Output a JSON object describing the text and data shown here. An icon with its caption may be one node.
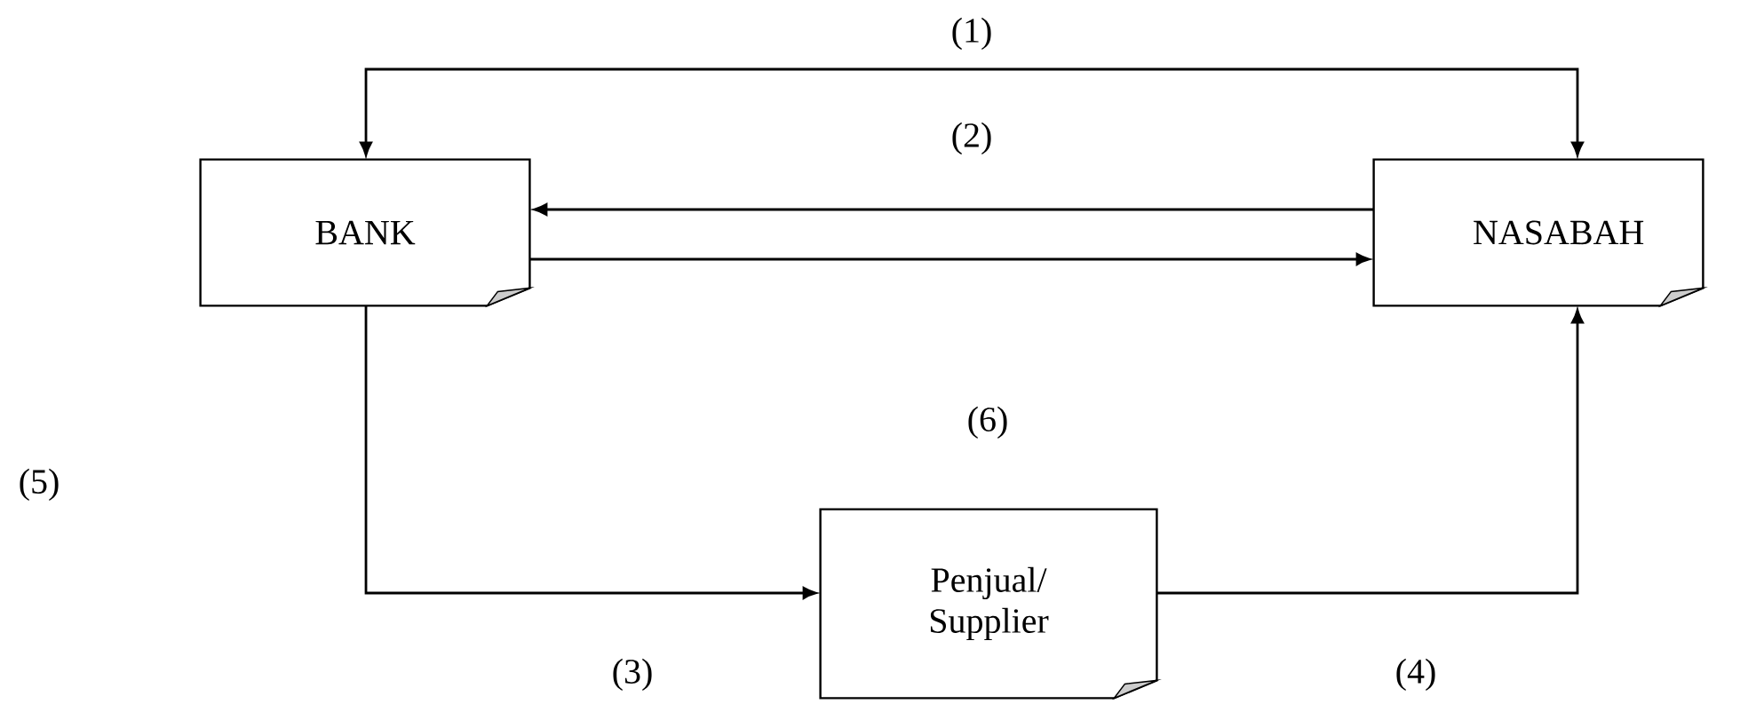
{
  "diagram": {
    "nodes": [
      {
        "text": [
          "BANK"
        ]
      },
      {
        "text": [
          "NASABAH"
        ]
      },
      {
        "text": [
          "Penjual/ Supplier"
        ]
      }
    ],
    "edges": [
      {
        "from": 1,
        "to": 0,
        "arrow": "both",
        "label": "(1)"
      },
      {
        "from": 1,
        "to": 0,
        "arrow": "to"
      },
      {
        "from": 0,
        "to": 1,
        "arrow": "to"
      },
      {
        "from": 0,
        "to": 2,
        "arrow": "to",
        "label": "(3)"
      },
      {
        "from": 2,
        "to": 1,
        "arrow": "to",
        "label": "(4)"
      }
    ],
    "labels": [
      "(2)",
      "(5)",
      "(6)"
    ]
  }
}
